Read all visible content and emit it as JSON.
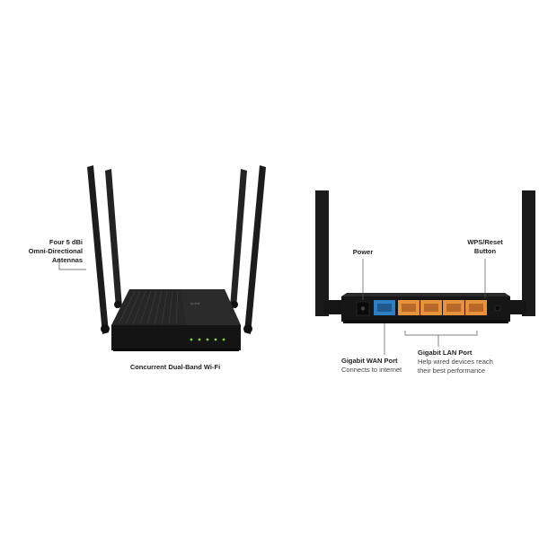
{
  "front": {
    "antenna_label_line1": "Four 5 dBi",
    "antenna_label_line2": "Omni-Directional Antennas",
    "caption": "Concurrent Dual-Band Wi-Fi",
    "brand_mark": "tp-link"
  },
  "back": {
    "power_label": "Power",
    "wps_label_line1": "WPS/Reset",
    "wps_label_line2": "Button",
    "wan_title": "Gigabit WAN Port",
    "wan_desc": "Connects to internet",
    "lan_title": "Gigabit LAN Port",
    "lan_desc_line1": "Help wired devices reach",
    "lan_desc_line2": "their best performance"
  },
  "colors": {
    "body": "#1b1b1b",
    "wan_port": "#2f7fc4",
    "lan_port": "#e8923a",
    "led": "#7fd33a"
  }
}
